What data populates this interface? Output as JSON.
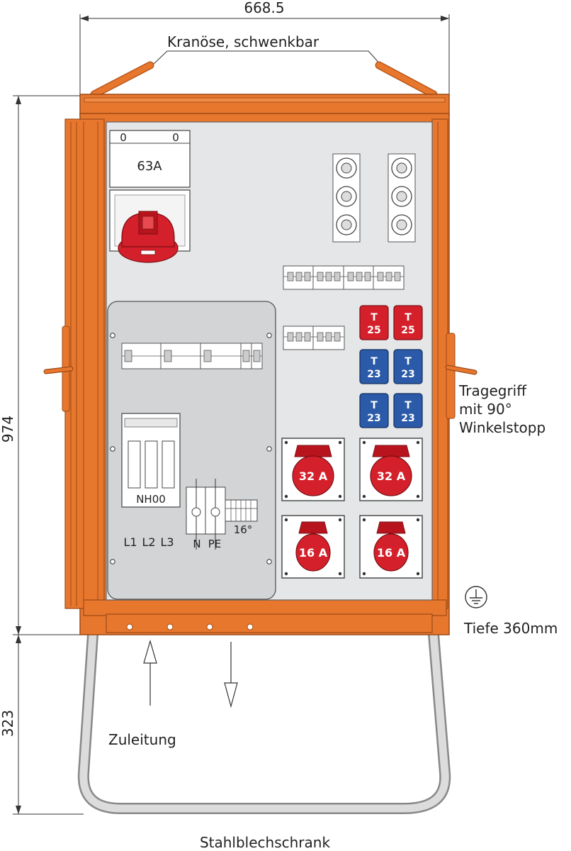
{
  "dimensions": {
    "width": "668.5",
    "height_cabinet": "974",
    "height_stand": "323"
  },
  "annotations": {
    "crane_eye": "Kranöse, schwenkbar",
    "carry_handle_line1": "Tragegriff",
    "carry_handle_line2": "mit 90°",
    "carry_handle_line3": "Winkelstopp",
    "depth": "Tiefe 360mm",
    "supply": "Zuleitung",
    "cabinet_type": "Stahlblechschrank"
  },
  "main_socket": {
    "rating": "63A",
    "switch_left": "0",
    "switch_right": "0"
  },
  "fuse_block": {
    "label": "NH00",
    "phases": [
      "L1",
      "L2",
      "L3"
    ]
  },
  "terminals": {
    "n_label": "N",
    "pe_label": "PE",
    "count_label": "16°"
  },
  "schuko_sockets": [
    {
      "letter": "T",
      "number": "25",
      "color": "red"
    },
    {
      "letter": "T",
      "number": "25",
      "color": "red"
    },
    {
      "letter": "T",
      "number": "23",
      "color": "blue"
    },
    {
      "letter": "T",
      "number": "23",
      "color": "blue"
    },
    {
      "letter": "T",
      "number": "23",
      "color": "blue"
    },
    {
      "letter": "T",
      "number": "23",
      "color": "blue"
    }
  ],
  "cee_sockets": [
    {
      "rating": "32 A"
    },
    {
      "rating": "32 A"
    },
    {
      "rating": "16 A"
    },
    {
      "rating": "16 A"
    }
  ],
  "colors": {
    "cabinet_orange": "#e8772e",
    "cabinet_orange_dark": "#b9581c",
    "panel_grey": "#e4e6e8",
    "socket_red": "#d4202a",
    "socket_blue": "#2a5aa8",
    "stand_grey": "#c8c8c8"
  }
}
